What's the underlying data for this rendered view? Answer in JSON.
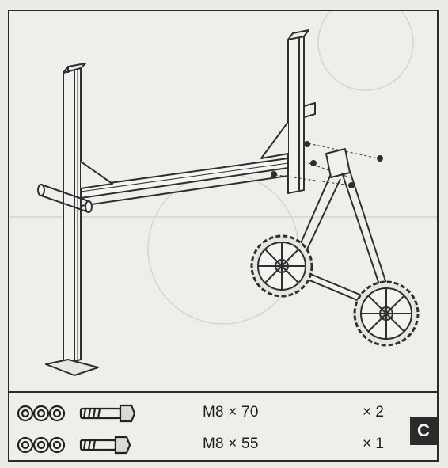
{
  "hardware": [
    {
      "size": "M8 × 70",
      "quantity": "× 2",
      "icons": [
        "nut-icon",
        "washer-icon",
        "washer-icon",
        "bolt-icon"
      ]
    },
    {
      "size": "M8 × 55",
      "quantity": "× 1",
      "icons": [
        "nut-icon",
        "washer-icon",
        "washer-icon",
        "bolt-icon"
      ]
    }
  ],
  "section_letter": "C",
  "colors": {
    "ink": "#2a2a2a",
    "paper": "#efeeeb",
    "badge": "#2b2b2b"
  }
}
